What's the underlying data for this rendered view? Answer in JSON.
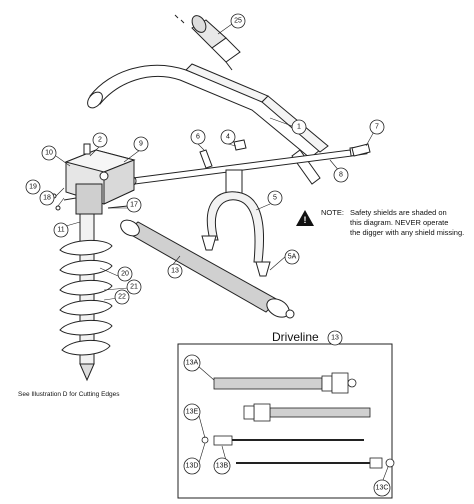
{
  "callouts": {
    "n1": "1",
    "n2": "2",
    "n4": "4",
    "n5": "5",
    "n5a": "5A",
    "n6": "6",
    "n7": "7",
    "n8": "8",
    "n9": "9",
    "n10": "10",
    "n11": "11",
    "n13": "13",
    "n17": "17",
    "n18": "18",
    "n19": "19",
    "n20": "20",
    "n21": "21",
    "n22": "22",
    "n25": "25"
  },
  "note": {
    "label": "NOTE:",
    "line1": "Safety shields are shaded on",
    "line2": "this diagram. NEVER operate",
    "line3": "the digger with any shield missing."
  },
  "caption": "See Illustration D for Cutting Edges",
  "driveline": {
    "title": "Driveline",
    "title_callout": "13",
    "callouts": {
      "a": "13A",
      "e": "13E",
      "d": "13D",
      "b": "13B",
      "c": "13C"
    }
  }
}
